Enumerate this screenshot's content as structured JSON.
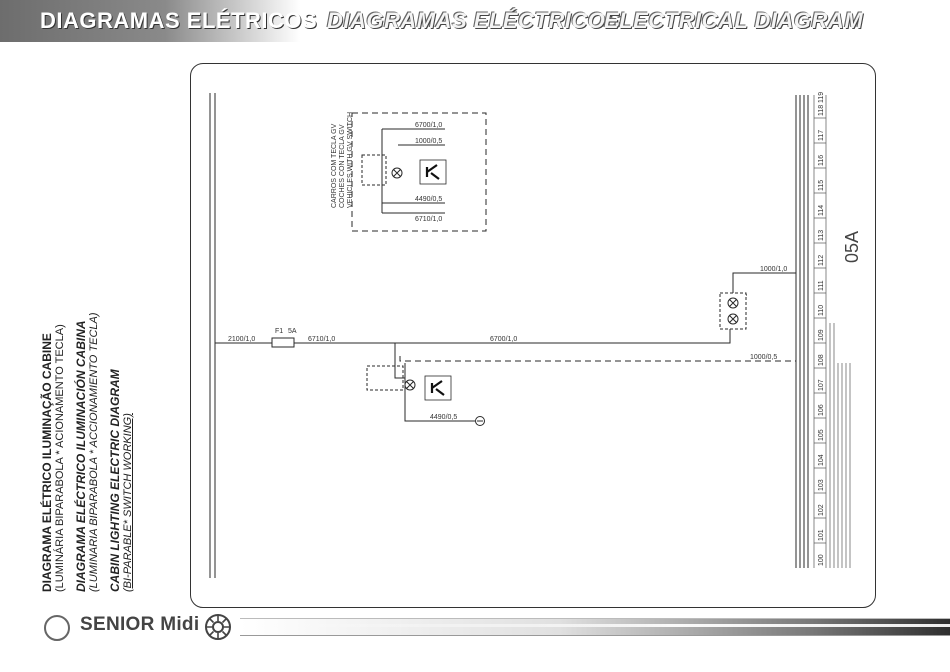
{
  "header": {
    "title_pt": "DIAGRAMAS ELÉTRICOS",
    "title_es": "DIAGRAMAS ELÉCTRICOS",
    "title_en": "ELECTRICAL DIAGRAM"
  },
  "titles": {
    "pt_main": "DIAGRAMA ELÉTRICO ILUMINAÇÃO CABINE",
    "pt_sub": "(LUMINÁRIA BIPARABOLA * ACIONAMENTO TECLA)",
    "es_main": "DIAGRAMA ELÉCTRICO ILUMINACIÓN CABINA",
    "es_sub": "(LUMINARIA BIPARABOLA * ACCIONAMIENTO TECLA)",
    "en_main": "CABIN LIGHTING ELECTRIC DIAGRAM",
    "en_sub": "(BI-PARABLE* SWITCH WORKING)"
  },
  "schematic": {
    "page_code": "05A",
    "wire_labels": {
      "w1": "2100/1,0",
      "w2": "6710/1,0",
      "w3": "6700/1,0",
      "w4": "1000/1,0",
      "w5": "1000/0,5",
      "w6": "4490/0,5",
      "w7": "6700/1,0",
      "w8": "1000/0,5",
      "w9": "4490/0,5",
      "w10": "6710/1,0"
    },
    "optional_box_text": [
      "CARROS COM TECLA GV",
      "COCHES CON TECLA GV",
      "VEHICLES WITH GV SWITCH"
    ],
    "fuse_label": "F1",
    "fuse_rating": "5A",
    "grid_numbers": [
      "100",
      "101",
      "102",
      "103",
      "104",
      "105",
      "106",
      "107",
      "108",
      "109",
      "110",
      "111",
      "112",
      "113",
      "114",
      "115",
      "116",
      "117",
      "118",
      "119"
    ]
  },
  "footer": {
    "brand": "SENIOR Midi"
  },
  "colors": {
    "header_gradient": "#7a7a7a",
    "line": "#2a2a2a",
    "footer_bar_dark": "#2e2e2e"
  }
}
